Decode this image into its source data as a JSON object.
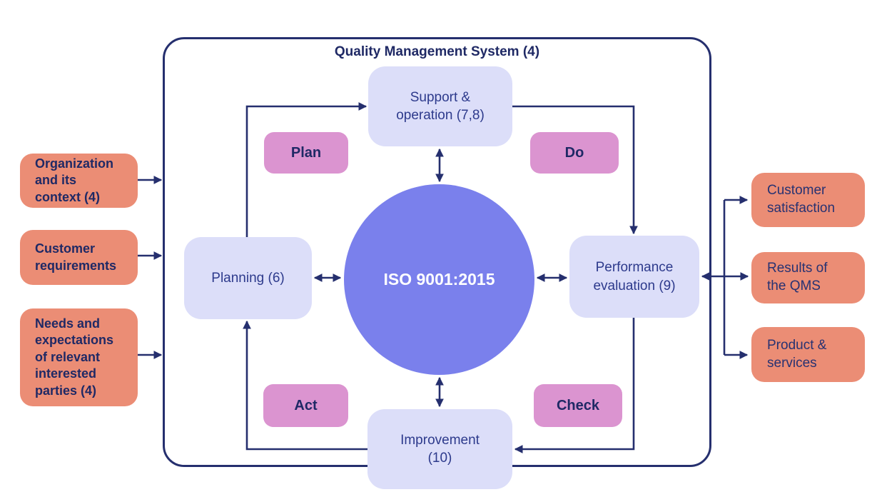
{
  "colors": {
    "navy": "#252f6e",
    "navy_text": "#1f2965",
    "salmon": "#eb8d75",
    "pink": "#db94d0",
    "lavender": "#dcdef9",
    "circle_blue": "#7a80ec",
    "circle_text": "#ffffff"
  },
  "qms": {
    "title": "Quality Management System (4)",
    "circle_label": "ISO 9001:2015",
    "stages": {
      "support": "Support &\noperation (7,8)",
      "planning": "Planning (6)",
      "performance": "Performance\nevaluation (9)",
      "improvement": "Improvement\n(10)"
    },
    "pdca": {
      "plan": "Plan",
      "do": "Do",
      "check": "Check",
      "act": "Act"
    }
  },
  "inputs": [
    {
      "label": "Organization\nand its\ncontext (4)"
    },
    {
      "label": "Customer\nrequirements"
    },
    {
      "label": "Needs and\nexpectations\nof relevant\ninterested\nparties (4)"
    }
  ],
  "outputs": [
    {
      "label": "Customer\nsatisfaction"
    },
    {
      "label": "Results of\nthe QMS"
    },
    {
      "label": "Product &\nservices"
    }
  ]
}
